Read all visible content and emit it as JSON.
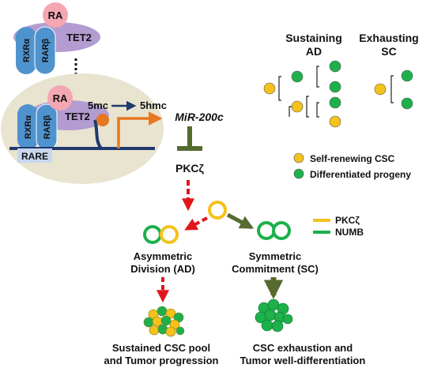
{
  "top_complex": {
    "ra": "RA",
    "rxra": "RXRα",
    "rarb": "RARβ",
    "tet2": "TET2"
  },
  "bound_complex": {
    "ra": "RA",
    "rxra": "RXRα",
    "rarb": "RARβ",
    "tet2": "TET2",
    "rare": "RARE"
  },
  "methylation": {
    "from": "5mc",
    "to": "5hmc"
  },
  "gene": "MiR-200c",
  "target": "PKCζ",
  "divisions": {
    "asymmetric": {
      "line1": "Asymmetric",
      "line2": "Division (AD)"
    },
    "symmetric": {
      "line1": "Symmetric",
      "line2": "Commitment (SC)"
    }
  },
  "outcomes": {
    "left": {
      "line1": "Sustained CSC pool",
      "line2": "and Tumor progression"
    },
    "right": {
      "line1": "CSC exhaustion and",
      "line2": "Tumor well-differentiation"
    }
  },
  "panel": {
    "sustaining_line1": "Sustaining",
    "sustaining_line2": "AD",
    "exhausting_line1": "Exhausting",
    "exhausting_line2": "SC"
  },
  "cell_legend": {
    "self_renewing": "Self-renewing CSC",
    "differentiated": "Differentiated progeny"
  },
  "marker_legend": {
    "pkc": "PKCζ",
    "numb": "NUMB"
  },
  "colors": {
    "csc_yellow": "#F5C21B",
    "progeny_green": "#1DB04B",
    "inhibit_olive": "#556B2F",
    "red_arrow": "#E0161C",
    "orange": "#E87722",
    "navy": "#1F3A6E",
    "rxr_blue": "#4F93CE",
    "ra_pink": "#F4A6B3",
    "tet2_purple": "#B39CD0",
    "nucleus_beige": "#E8E4CF"
  }
}
